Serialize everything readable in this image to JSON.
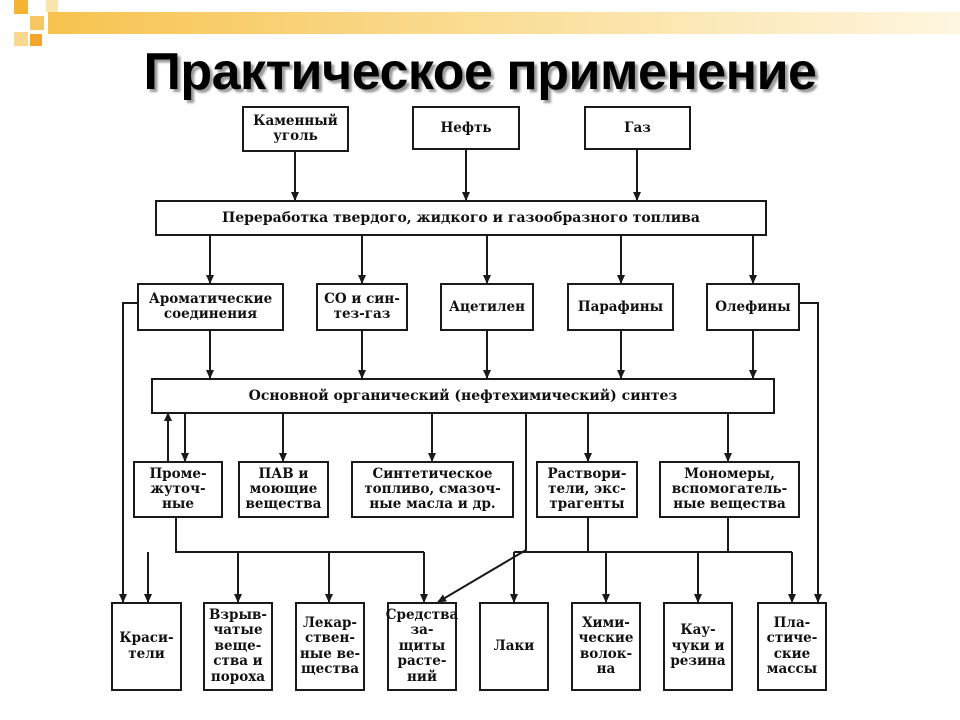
{
  "slide": {
    "title": "Практическое применение"
  },
  "diagram": {
    "sources": [
      "Каменный\nуголь",
      "Нефть",
      "Газ"
    ],
    "processing": "Переработка твердого, жидкого и газообразного топлива",
    "intermediates": [
      "Ароматические\nсоединения",
      "СО и син-\nтез-газ",
      "Ацетилен",
      "Парафины",
      "Олефины"
    ],
    "synthesis": "Основной органический (нефтехимический) синтез",
    "products": [
      "Проме-\nжуточ-\nные",
      "ПАВ и\nмоющие\nвещества",
      "Синтетическое\nтопливо, смазоч-\nные масла и др.",
      "Раствори-\nтели, экс-\nтрагенты",
      "Мономеры,\nвспомогатель-\nные вещества"
    ],
    "applications": [
      "Краси-\nтели",
      "Взрыв-\nчатые\nвеще-\nства и\nпороха",
      "Лекар-\nствен-\nные ве-\nщества",
      "Средства за-\nщиты\nрасте-\nний",
      "Лаки",
      "Хими-\nческие\nволок-\nна",
      "Кау-\nчуки и\nрезина",
      "Пла-\nстиче-\nские\nмассы"
    ],
    "colors": {
      "accent_bar": "#f0a020",
      "accent_light": "#f8d78a",
      "line": "#1a1a1a"
    }
  }
}
